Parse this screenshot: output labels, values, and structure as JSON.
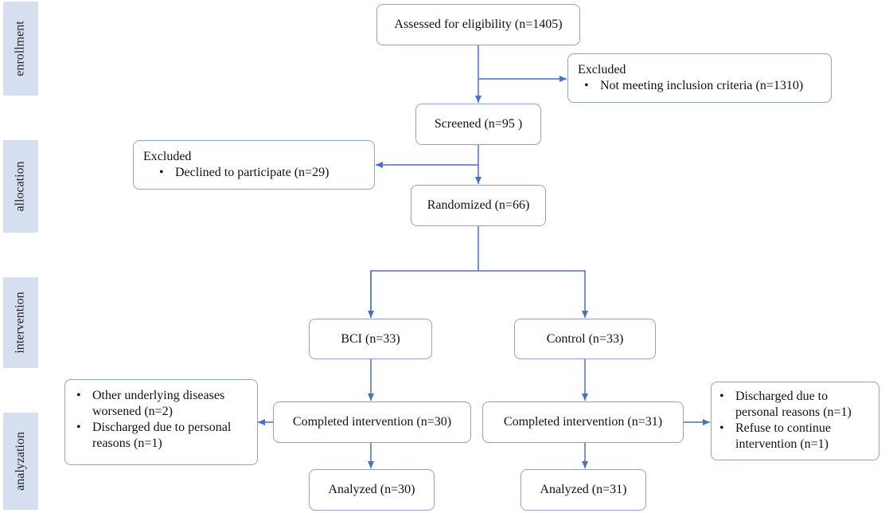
{
  "phases": {
    "enrollment": "enrollment",
    "allocation": "allocation",
    "intervention": "intervention",
    "analyzation": "analyzation"
  },
  "boxes": {
    "assessed": "Assessed for eligibility (n=1405)",
    "excluded_enrollment": {
      "title": "Excluded",
      "items": [
        "Not meeting inclusion criteria (n=1310)"
      ]
    },
    "screened": "Screened (n=95 )",
    "excluded_allocation": {
      "title": "Excluded",
      "items": [
        "Declined to participate (n=29)"
      ]
    },
    "randomized": "Randomized (n=66)",
    "bci": "BCI (n=33)",
    "control": "Control (n=33)",
    "bci_completed": "Completed intervention (n=30)",
    "control_completed": "Completed intervention (n=31)",
    "bci_dropouts": [
      "Other underlying diseases worsened (n=2)",
      "Discharged due to personal reasons (n=1)"
    ],
    "control_dropouts": [
      "Discharged due to personal reasons (n=1)",
      "Refuse to continue intervention (n=1)"
    ],
    "bci_analyzed": "Analyzed (n=30)",
    "control_analyzed": "Analyzed (n=31)"
  },
  "colors": {
    "connector": "#4472c4",
    "box_border": "#8fa3c7",
    "phase_fill": "#d6dff0"
  }
}
